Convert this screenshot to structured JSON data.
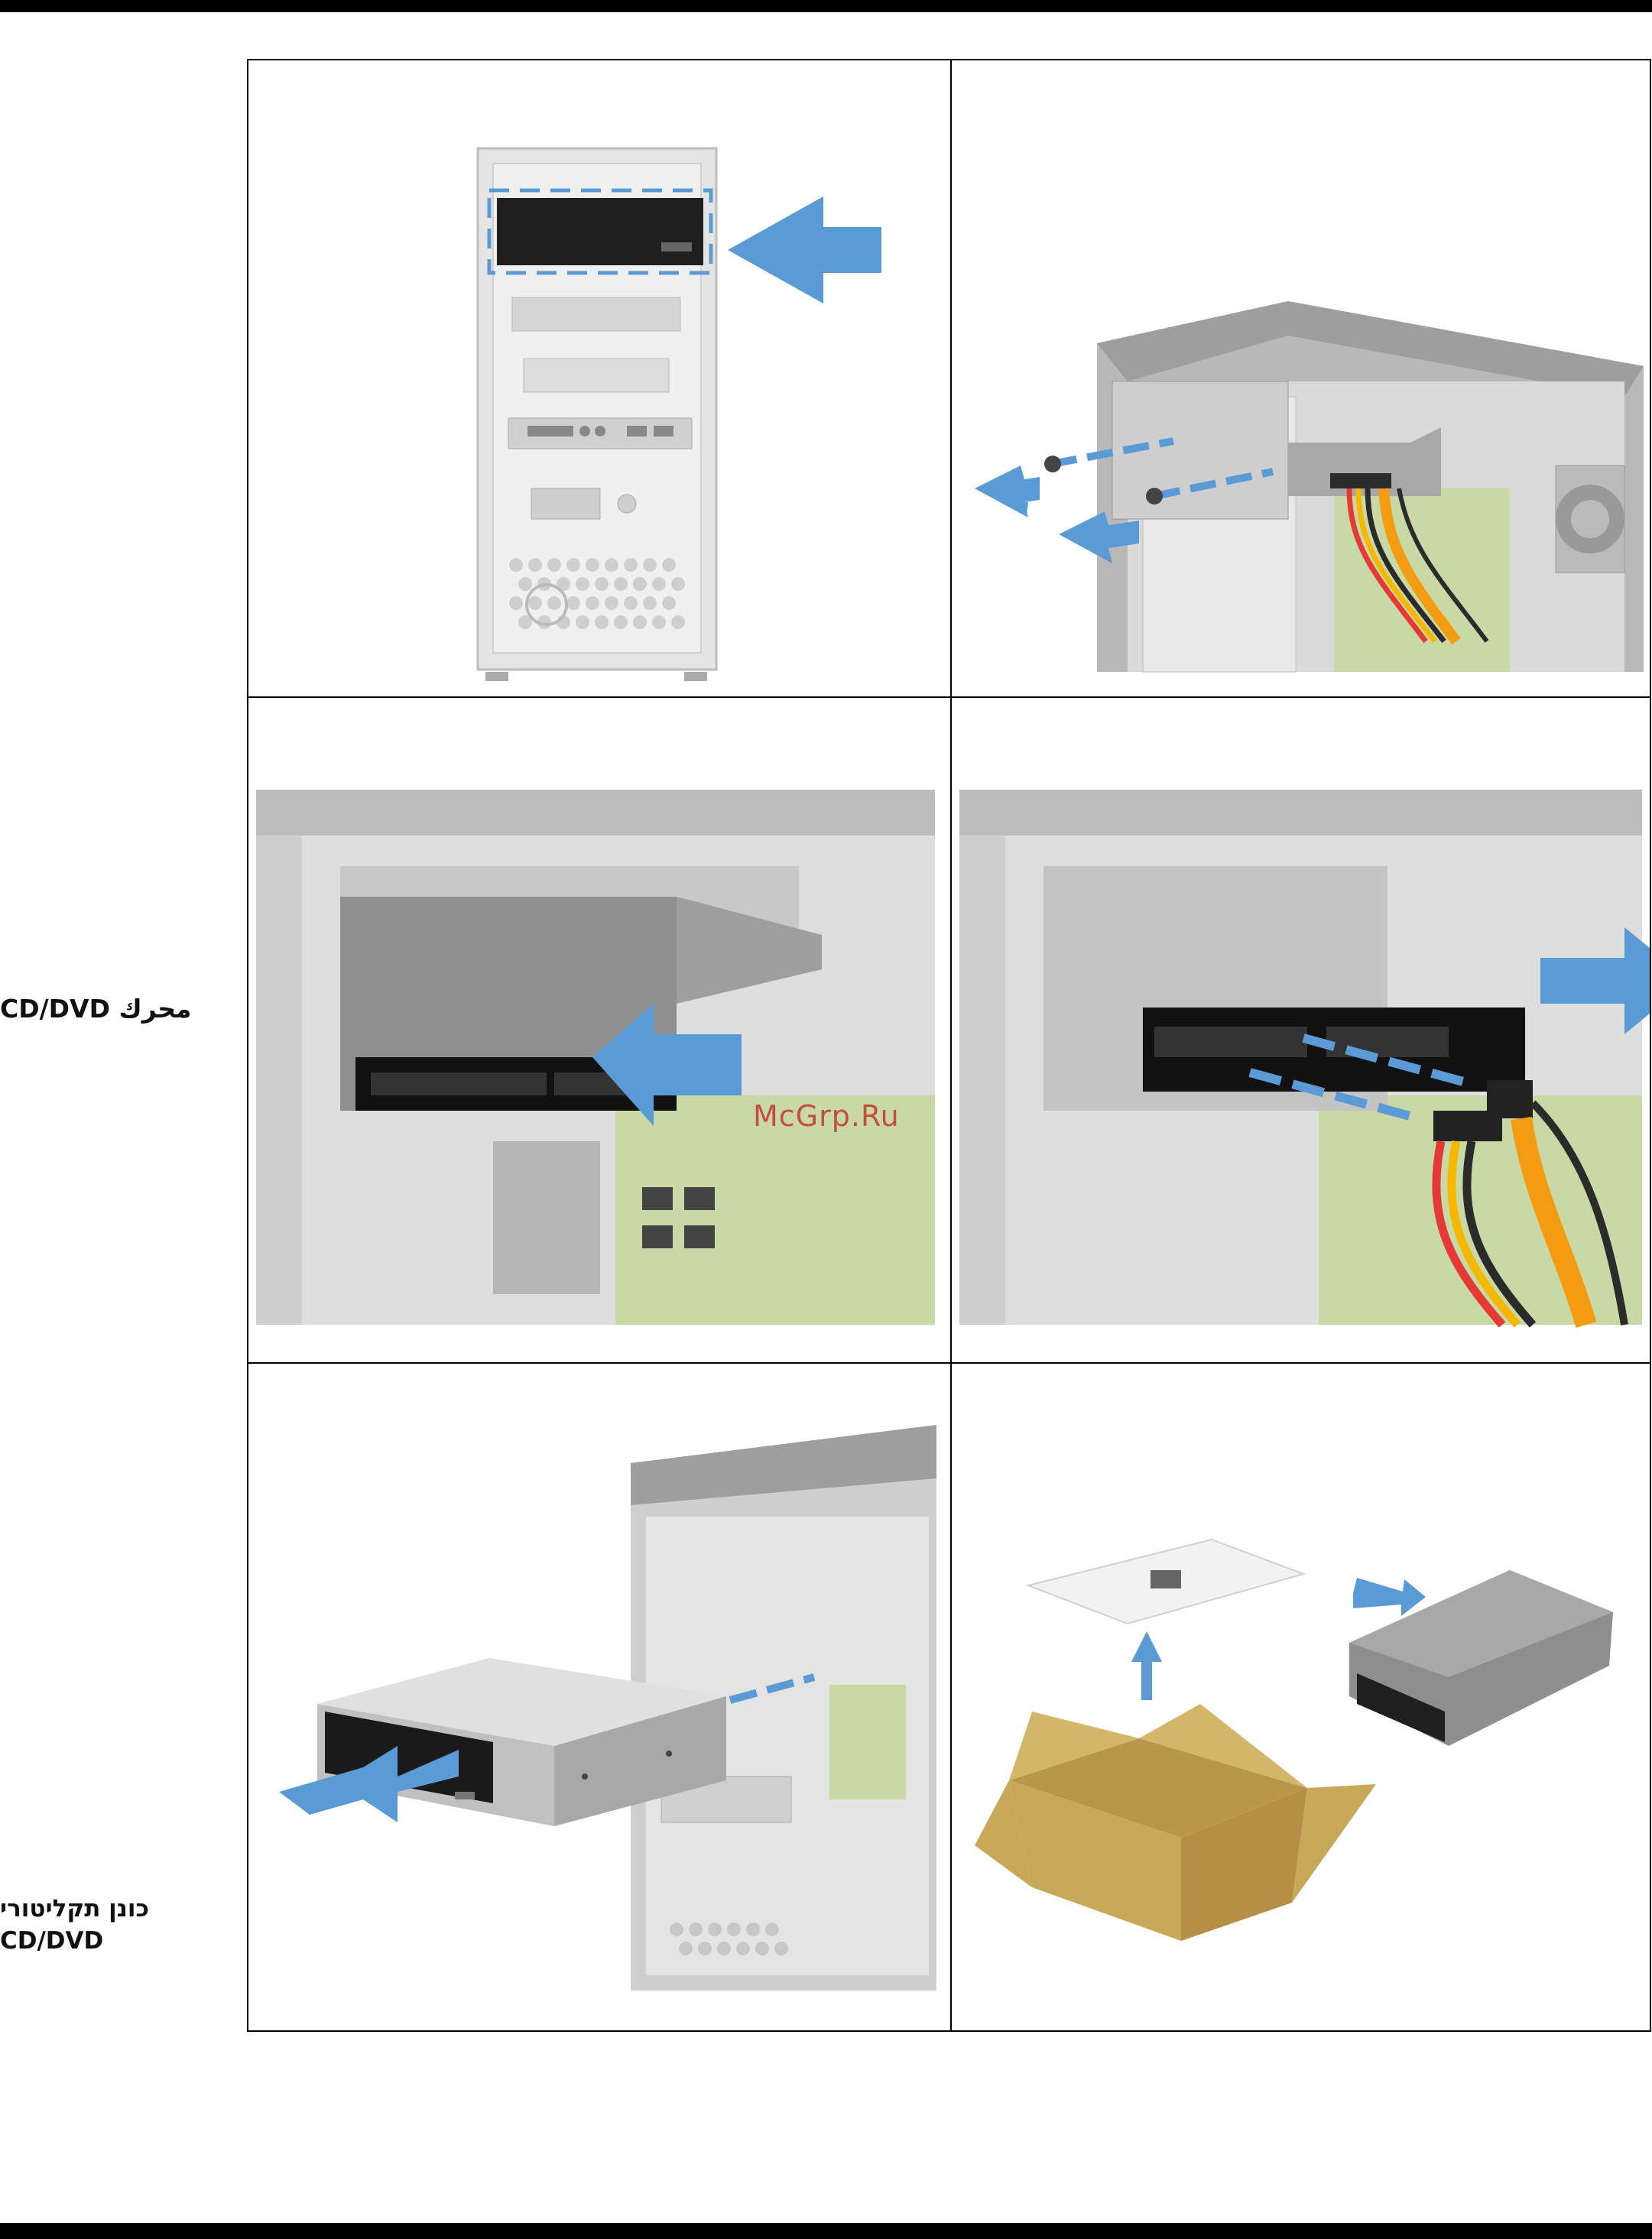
{
  "side_labels": {
    "label_1": "محرك CD/DVD",
    "label_2_line1": "כונן תקליטורי",
    "label_2_line2": "CD/DVD"
  },
  "watermark": "McGrp.Ru",
  "colors": {
    "arrow_blue": "#5b9bd5",
    "chassis_gray": "#bdbdbd",
    "board_green": "#c9d9a6",
    "cable_red": "#e53935",
    "cable_yellow": "#f5b700",
    "cable_orange": "#f39c12",
    "cable_black": "#2b2b2b",
    "box_tan": "#c8a95a"
  },
  "illustrations": [
    {
      "id": "step-1",
      "depicts": "front-of-tower-drive-bay-highlighted"
    },
    {
      "id": "step-2",
      "depicts": "remove-drive-screws"
    },
    {
      "id": "step-3",
      "depicts": "connect-sata-cable-to-drive"
    },
    {
      "id": "step-4",
      "depicts": "disconnect-power-and-data-cables"
    },
    {
      "id": "step-5",
      "depicts": "slide-drive-out-of-tower"
    },
    {
      "id": "step-6",
      "depicts": "unpack-new-dvd-drive"
    }
  ]
}
